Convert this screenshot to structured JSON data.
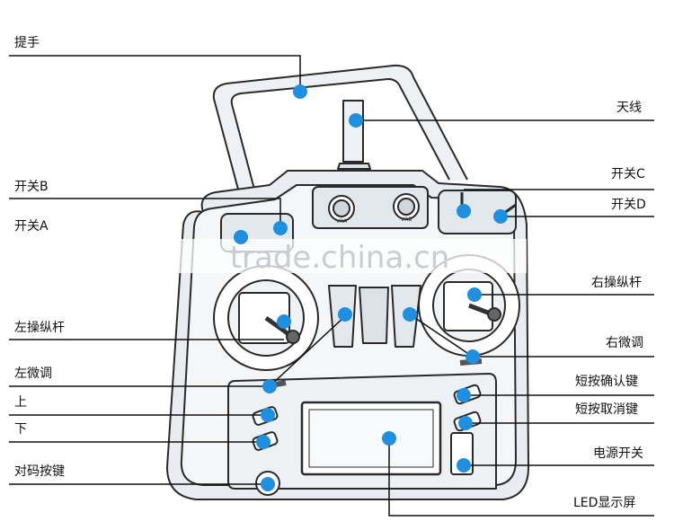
{
  "labels": {
    "handle": "提手",
    "antenna": "天线",
    "switch_b": "开关B",
    "switch_a": "开关A",
    "switch_c": "开关C",
    "switch_d": "开关D",
    "right_stick": "右操纵杆",
    "left_stick": "左操纵杆",
    "right_trim": "右微调",
    "left_trim": "左微调",
    "short_press_confirm": "短按确认键",
    "up": "上",
    "short_press_cancel": "短按取消键",
    "down": "下",
    "power_switch": "电源开关",
    "bind_button": "对码按键",
    "led_display": "LED显示屏"
  },
  "watermark": "trade.china.cn",
  "device_text": {
    "knob_left": "VRA",
    "knob_right": "VRB"
  },
  "colors": {
    "marker": "#1f8fe0",
    "leader_line": "#111111",
    "body_fill": "#e9edf1",
    "outline": "#2a2a2a"
  }
}
